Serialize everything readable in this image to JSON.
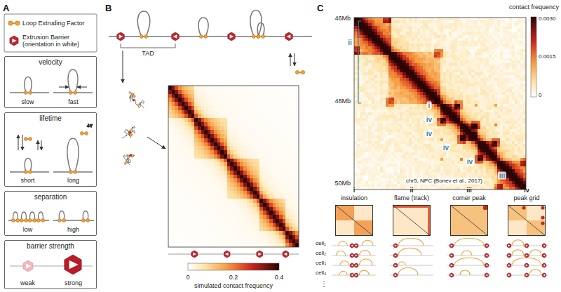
{
  "diagram": {
    "nodes": [
      {
        "text": [
          "velocity",
          "slow",
          "fast"
        ]
      },
      {
        "text": [
          "lifetime",
          "short",
          "long"
        ]
      },
      {
        "text": [
          "separation",
          "low",
          "high"
        ]
      },
      {
        "text": [
          "barrier strength",
          "weak",
          "strong"
        ]
      },
      {
        "text": [
          "i",
          "insulation"
        ]
      },
      {
        "text": [
          "ii",
          "flame (track)"
        ]
      },
      {
        "text": [
          "iii",
          "corner peak"
        ]
      },
      {
        "text": [
          "iv",
          "peak grid"
        ]
      }
    ],
    "labels": [
      "A",
      "B",
      "C",
      "TAD",
      "0",
      "0.2",
      "0.4",
      "simulated contact frequency",
      "46Mb",
      "48Mb",
      "50Mb",
      "chr5, NPC (Bonev et al., 2017)",
      "contact frequency",
      "0.0030",
      "0.0015",
      "0",
      "ii",
      "i",
      "iv",
      "iv",
      "iv",
      "iv",
      "iii",
      "cell₁",
      "cell₂",
      "cell₃",
      "cell₄",
      "⋮"
    ],
    "legend": [
      {
        "text": "Loop Extruding Factor"
      },
      {
        "text": "Extrusion Barrier (orientation in white)"
      }
    ]
  }
}
